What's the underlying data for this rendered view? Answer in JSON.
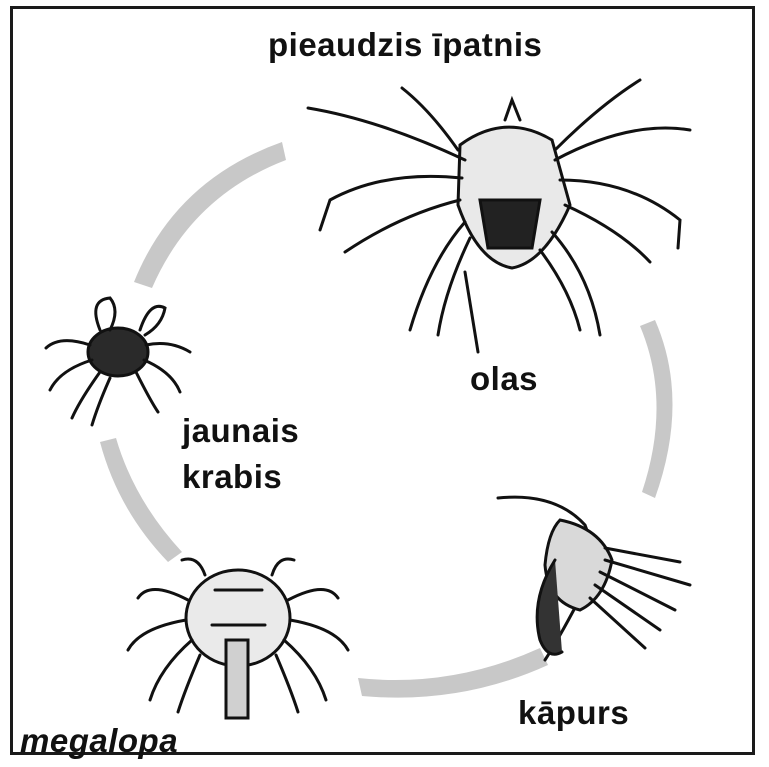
{
  "labels": {
    "adult": "pieaudzis īpatnis",
    "eggs": "olas",
    "larva": "kāpurs",
    "megalopa": "megalopa",
    "juvenile_line1": "jaunais",
    "juvenile_line2": "krabis"
  },
  "colors": {
    "arrow": "#c8c8c8",
    "ink": "#111111"
  },
  "icons": [
    "adult-crab-icon",
    "larva-icon",
    "megalopa-icon",
    "juvenile-crab-icon"
  ]
}
